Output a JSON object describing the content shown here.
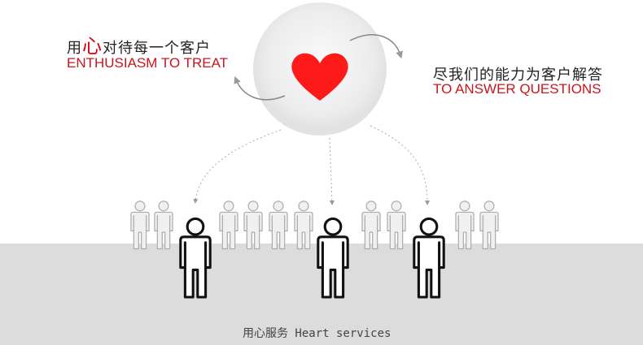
{
  "left_text": {
    "cn_prefix": "用",
    "cn_highlight": "心",
    "cn_suffix": "对待每一个客户",
    "en": "ENTHUSIASM TO TREAT"
  },
  "right_text": {
    "cn": "尽我们的能力为客户解答",
    "en": "TO ANSWER QUESTIONS"
  },
  "footer": "用心服务 Heart services",
  "colors": {
    "accent": "#c8161d",
    "heart": "#ff1a1a",
    "floor": "#dcdcdc"
  }
}
